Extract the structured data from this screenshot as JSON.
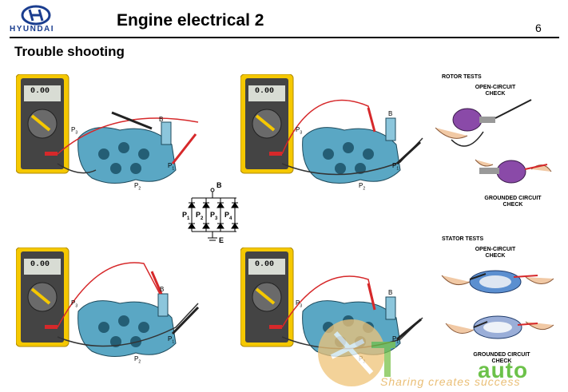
{
  "header": {
    "brand": "HYUNDAI",
    "title": "Engine electrical 2",
    "page_number": "6"
  },
  "section_title": "Trouble shooting",
  "meter": {
    "reading": "0.00"
  },
  "terminal_labels": {
    "b": "B",
    "p1": "P",
    "p2": "P",
    "p3": "P",
    "sub1": "1",
    "sub2": "2",
    "sub3": "3"
  },
  "schematic": {
    "b_label": "B",
    "e_label": "E",
    "p_labels": [
      "P",
      "P",
      "P",
      "P"
    ],
    "p_subs": [
      "1",
      "2",
      "3",
      "4"
    ]
  },
  "rotor": {
    "heading": "ROTOR TESTS",
    "open_circuit": [
      "OPEN-CIRCUIT",
      "CHECK"
    ],
    "grounded_circuit": [
      "GROUNDED CIRCUIT",
      "CHECK"
    ]
  },
  "stator": {
    "heading": "STATOR TESTS",
    "open_circuit": [
      "OPEN-CIRCUIT",
      "CHECK"
    ],
    "grounded_circuit": [
      "GROUNDED CIRCUIT",
      "CHECK"
    ]
  },
  "watermark": {
    "brand": "auto",
    "tagline": "Sharing creates success"
  },
  "colors": {
    "meter_yellow": "#f5c800",
    "rectifier_blue": "#5aa7c4",
    "probe_red": "#d6282a",
    "rotor_purple": "#8a4aa8",
    "stator_blue": "#5b8fd0",
    "brand_blue": "#1a3d8f"
  }
}
